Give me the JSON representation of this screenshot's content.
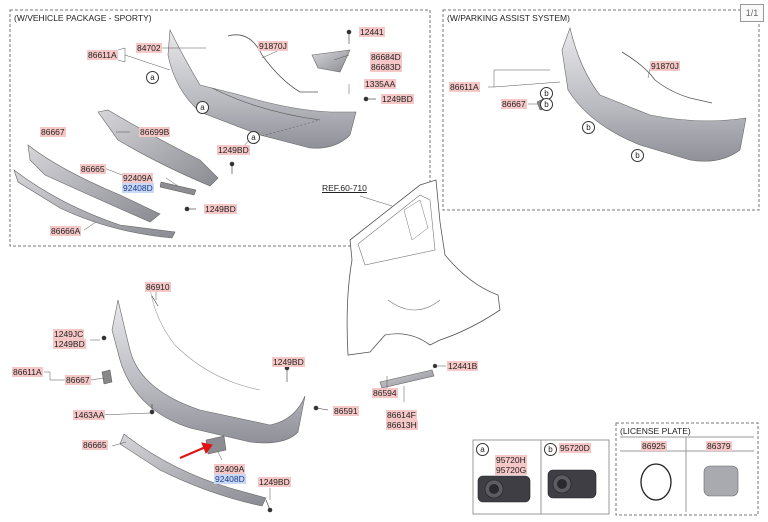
{
  "page": {
    "indicator": "1/1"
  },
  "groups": {
    "sporty": {
      "title": "(W/VEHICLE PACKAGE - SPORTY)"
    },
    "parking": {
      "title": "(W/PARKING ASSIST SYSTEM)"
    },
    "license": {
      "title": "(LICENSE PLATE)"
    }
  },
  "ref": "REF.60-710",
  "callouts": {
    "a": "a",
    "b": "b"
  },
  "labels": {
    "l84702": "84702",
    "l86611A_1": "86611A",
    "l91870J_1": "91870J",
    "l12441": "12441",
    "l86684D": "86684D",
    "l86683D": "86683D",
    "l1335AA": "1335AA",
    "l1249BD_1": "1249BD",
    "l86667_1": "86667",
    "l86699B": "86699B",
    "l1249BD_2": "1249BD",
    "l86665_1": "86665",
    "l92409A_1": "92409A",
    "l92408D_1": "92408D",
    "l1249BD_3": "1249BD",
    "l86666A": "86666A",
    "l86611A_2": "86611A",
    "l91870J_2": "91870J",
    "l86667_2": "86667",
    "l86910": "86910",
    "l1249JC": "1249JC",
    "l1249BD_4": "1249BD",
    "l86611A_3": "86611A",
    "l86667_3": "86667",
    "l1249BD_5": "1249BD",
    "l1463AA": "1463AA",
    "l86591": "86591",
    "l86665_2": "86665",
    "l92409A_2": "92409A",
    "l92408D_2": "92408D",
    "l1249BD_6": "1249BD",
    "l12441B": "12441B",
    "l86594": "86594",
    "l86614F": "86614F",
    "l86613H": "86613H",
    "l95720H": "95720H",
    "l95720G": "95720G",
    "l95720D": "95720D",
    "l86925": "86925",
    "l86379": "86379"
  }
}
